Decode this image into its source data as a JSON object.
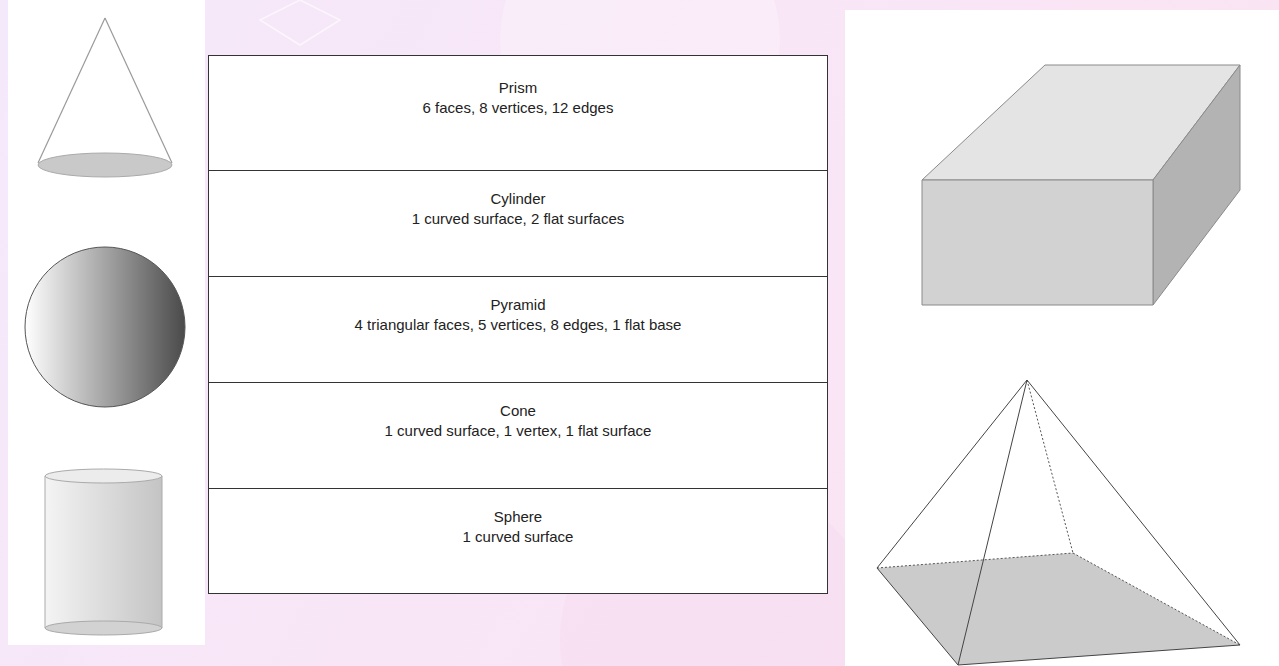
{
  "diagram": {
    "nodes": [
      {
        "text": [
          "Prism",
          "6 faces, 8 vertices, 12 edges"
        ]
      },
      {
        "text": [
          "Cylinder",
          "1 curved surface, 2 flat surfaces"
        ]
      },
      {
        "text": [
          "Pyramid",
          "4 triangular faces, 5 vertices, 8 edges, 1 flat base"
        ]
      },
      {
        "text": [
          "Cone",
          "1 curved surface, 1 vertex, 1 flat surface"
        ]
      },
      {
        "text": [
          "Sphere",
          "1 curved surface"
        ]
      }
    ]
  }
}
